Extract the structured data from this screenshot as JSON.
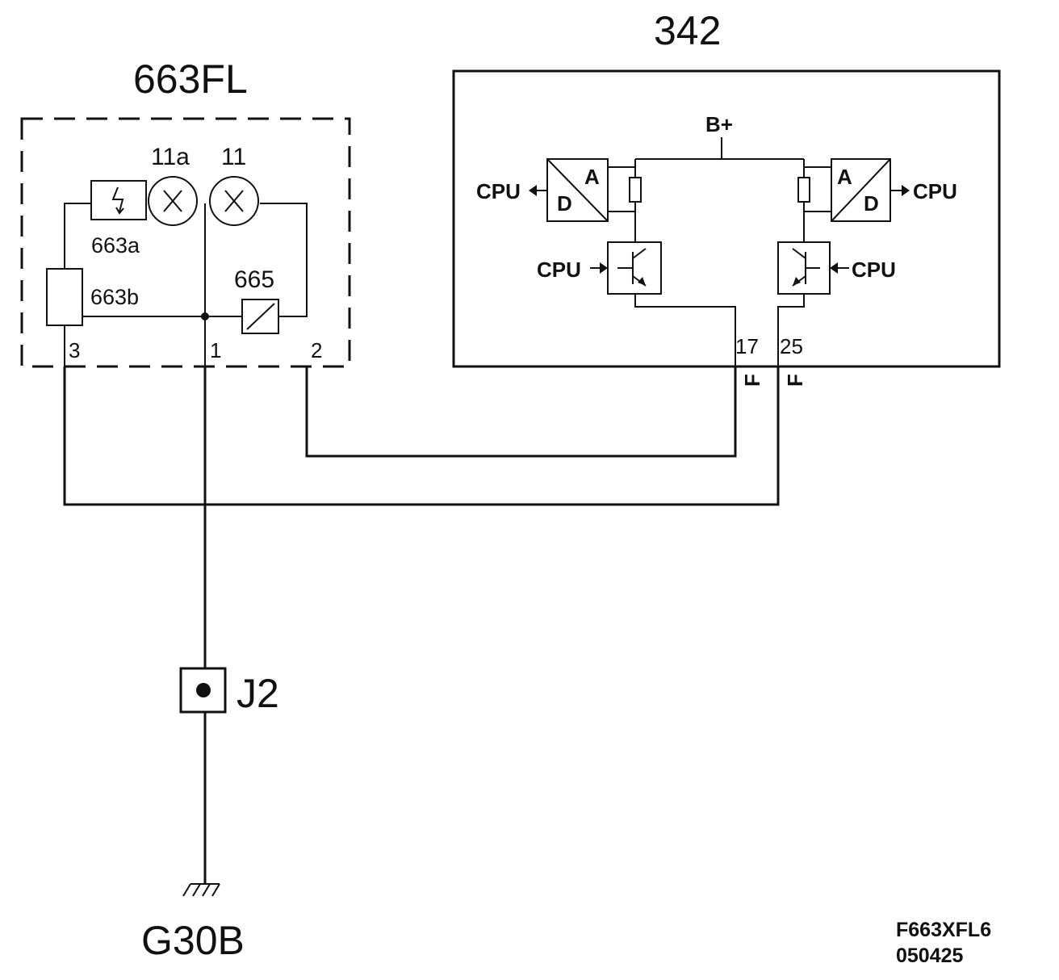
{
  "modules": {
    "lamp_unit": {
      "label": "663FL"
    },
    "control_unit": {
      "label": "342"
    }
  },
  "components": {
    "bulb_11a": "11a",
    "bulb_11": "11",
    "part_663a": "663a",
    "part_663b": "663b",
    "part_665": "665"
  },
  "pins": {
    "lamp_pin_3": "3",
    "lamp_pin_1": "1",
    "lamp_pin_2": "2",
    "ecu_pin_17": "17",
    "ecu_pin_25": "25"
  },
  "connector_codes": {
    "pin17": "F",
    "pin25": "F"
  },
  "control_internals": {
    "supply": "B+",
    "cpu": "CPU",
    "adc_a": "A",
    "adc_d": "D"
  },
  "splice": "J2",
  "ground": "G30B",
  "reference": {
    "code": "F663XFL6",
    "date": "050425"
  }
}
